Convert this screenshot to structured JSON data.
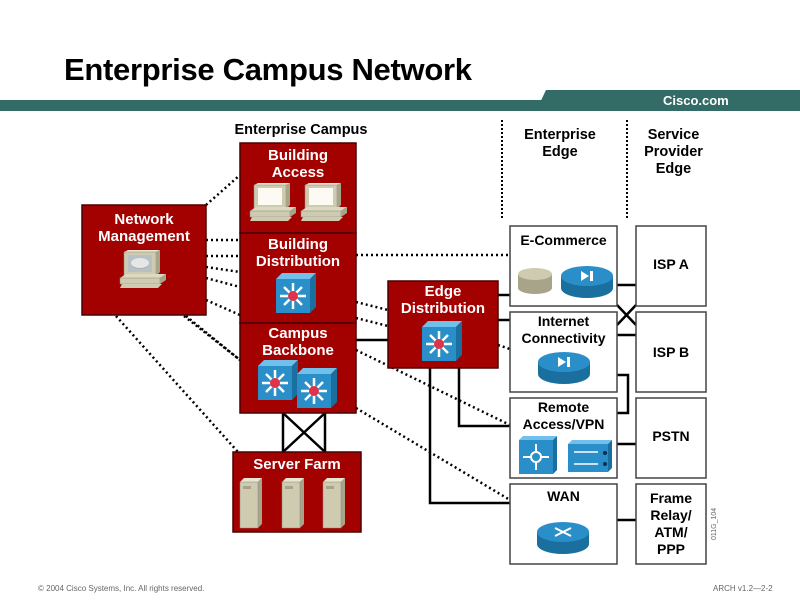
{
  "slide": {
    "title": "Enterprise Campus Network",
    "banner_text": "Cisco.com",
    "footer_copyright": "© 2004 Cisco Systems, Inc. All rights reserved.",
    "footer_ref": "ARCH v1.2—2-2",
    "figure_code": "011G_104"
  },
  "colors": {
    "module_red": "#a30000",
    "banner_teal": "#336b66",
    "device_blue": "#2a8fc8",
    "device_beige": "#cfcbb0"
  },
  "sections": {
    "enterprise_campus": "Enterprise Campus",
    "enterprise_edge": "Enterprise Edge",
    "service_provider_edge": "Service Provider Edge"
  },
  "campus_modules": [
    {
      "id": "building-access",
      "label": "Building Access",
      "devices": [
        "workstation",
        "workstation"
      ]
    },
    {
      "id": "building-distribution",
      "label": "Building Distribution",
      "devices": [
        "multilayer-switch"
      ]
    },
    {
      "id": "campus-backbone",
      "label": "Campus Backbone",
      "devices": [
        "multilayer-switch",
        "multilayer-switch"
      ]
    },
    {
      "id": "server-farm",
      "label": "Server Farm",
      "devices": [
        "server",
        "server",
        "server"
      ]
    },
    {
      "id": "network-management",
      "label": "Network Management",
      "devices": [
        "management-workstation"
      ]
    },
    {
      "id": "edge-distribution",
      "label": "Edge Distribution",
      "devices": [
        "multilayer-switch"
      ]
    }
  ],
  "edge_modules": [
    {
      "id": "e-commerce",
      "label": "E-Commerce",
      "devices": [
        "database",
        "firewall-router"
      ]
    },
    {
      "id": "internet-connectivity",
      "label": "Internet Connectivity",
      "devices": [
        "firewall-router"
      ]
    },
    {
      "id": "remote-access-vpn",
      "label": "Remote Access/VPN",
      "devices": [
        "vpn-concentrator",
        "firewall"
      ]
    },
    {
      "id": "wan",
      "label": "WAN",
      "devices": [
        "router"
      ]
    }
  ],
  "provider_modules": [
    {
      "id": "isp-a",
      "label": "ISP A"
    },
    {
      "id": "isp-b",
      "label": "ISP B"
    },
    {
      "id": "pstn",
      "label": "PSTN"
    },
    {
      "id": "frame-relay",
      "label": "Frame Relay/ ATM/ PPP"
    }
  ]
}
